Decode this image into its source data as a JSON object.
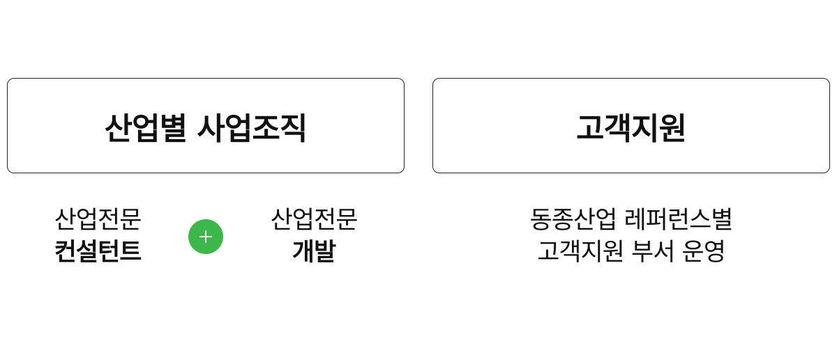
{
  "left_panel": {
    "title": "산업별 사업조직",
    "items": [
      {
        "line1": "산업전문",
        "line2": "컨설턴트"
      },
      {
        "line1": "산업전문",
        "line2": "개발"
      }
    ],
    "connector": {
      "icon": "plus-icon",
      "color": "#3cb84a"
    }
  },
  "right_panel": {
    "title": "고객지원",
    "line1": "동종산업 레퍼런스별",
    "line2": "고객지원 부서 운영"
  }
}
